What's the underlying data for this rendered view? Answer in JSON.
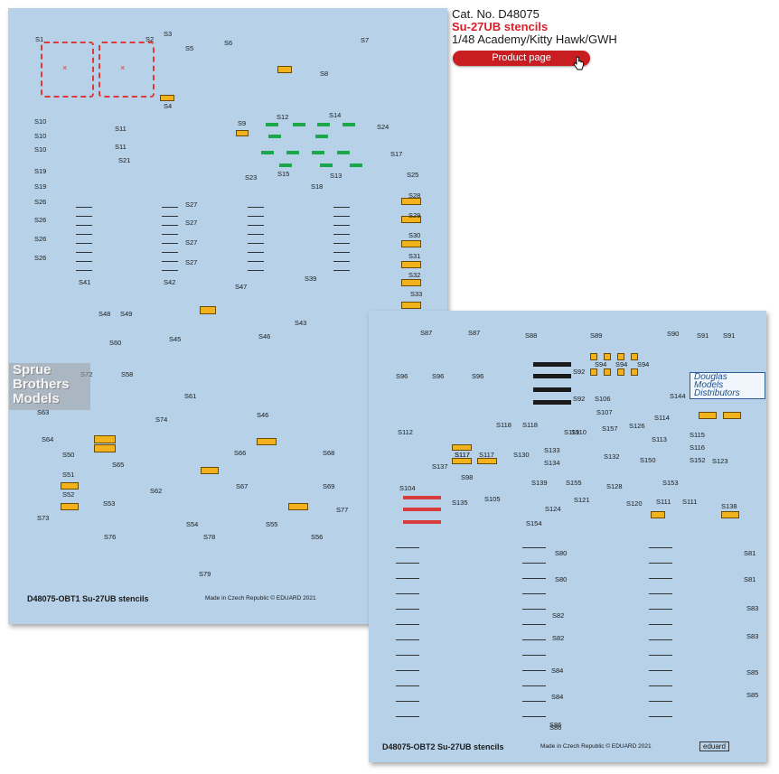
{
  "header": {
    "cat_no": "Cat. No. D48075",
    "title": "Su-27UB stencils",
    "subtitle": "1/48 Academy/Kitty Hawk/GWH",
    "button_label": "Product page"
  },
  "watermarks": {
    "left_lines": [
      "Sprue",
      "Brothers",
      "Models"
    ],
    "right_lines": [
      "Douglas",
      "Models",
      "Distributors"
    ]
  },
  "sheet1": {
    "labels": [
      "S1",
      "S2",
      "S3",
      "S4",
      "S5",
      "S6",
      "S7",
      "S8",
      "S9",
      "S10",
      "S10",
      "S10",
      "S11",
      "S11",
      "S12",
      "S13",
      "S14",
      "S15",
      "S17",
      "S18",
      "S19",
      "S19",
      "S21",
      "S23",
      "S24",
      "S25",
      "S26",
      "S26",
      "S26",
      "S26",
      "S27",
      "S27",
      "S27",
      "S27",
      "S28",
      "S29",
      "S30",
      "S31",
      "S32",
      "S33",
      "S39",
      "S41",
      "S42",
      "S43",
      "S45",
      "S46",
      "S46",
      "S47",
      "S48",
      "S49",
      "S50",
      "S51",
      "S52",
      "S53",
      "S54",
      "S55",
      "S56",
      "S58",
      "S60",
      "S61",
      "S62",
      "S63",
      "S64",
      "S65",
      "S66",
      "S67",
      "S68",
      "S69",
      "S72",
      "S73",
      "S74",
      "S76",
      "S77",
      "S78",
      "S79"
    ],
    "footer_code": "D48075-OBT1 Su-27UB  stencils",
    "footer_made": "Made in Czech Republic   © EDUARD 2021"
  },
  "sheet2": {
    "labels": [
      "S80",
      "S80",
      "S81",
      "S81",
      "S82",
      "S82",
      "S83",
      "S83",
      "S84",
      "S84",
      "S85",
      "S85",
      "S86",
      "S86",
      "S87",
      "S87",
      "S88",
      "S89",
      "S90",
      "S91",
      "S91",
      "S92",
      "S92",
      "S94",
      "S94",
      "S94",
      "S96",
      "S96",
      "S96",
      "S98",
      "S104",
      "S105",
      "S106",
      "S107",
      "S110",
      "S111",
      "S111",
      "S112",
      "S113",
      "S114",
      "S115",
      "S116",
      "S117",
      "S117",
      "S117",
      "S118",
      "S118",
      "S119",
      "S120",
      "S121",
      "S123",
      "S124",
      "S126",
      "S128",
      "S130",
      "S132",
      "S133",
      "S134",
      "S135",
      "S137",
      "S138",
      "S139",
      "S144",
      "S150",
      "S152",
      "S153",
      "S154",
      "S155",
      "S157"
    ],
    "footer_code": "D48075-OBT2 Su-27UB  stencils",
    "footer_made": "Made in Czech Republic   © EDUARD 2021",
    "brand": "eduard"
  },
  "colors": {
    "sheet_bg": "#b6d1e8",
    "accent_red": "#c81e22",
    "title_red": "#d9202a",
    "decal_green": "#1aa84a",
    "decal_yellow": "#f2b21b",
    "decal_black": "#1a1a1a"
  }
}
